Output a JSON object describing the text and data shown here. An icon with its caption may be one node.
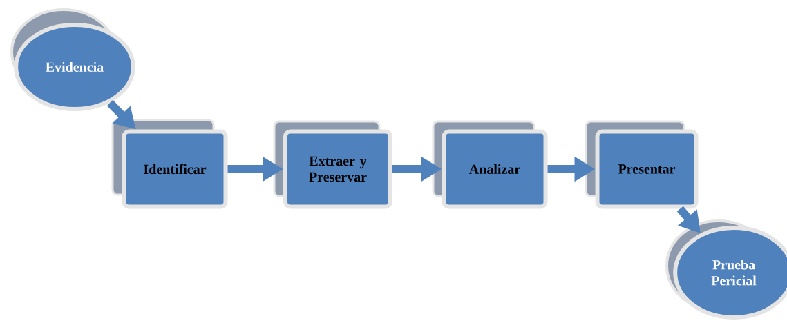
{
  "diagram": {
    "nodes": [
      {
        "text": [
          "Evidencia"
        ]
      },
      {
        "text": [
          "Identificar"
        ]
      },
      {
        "text": [
          "Extraer y Preservar"
        ]
      },
      {
        "text": [
          "Analizar"
        ]
      },
      {
        "text": [
          "Presentar"
        ]
      },
      {
        "text": [
          "Prueba Pericial"
        ]
      }
    ],
    "edges": [
      {
        "from": 0,
        "to": 1,
        "arrow": "to"
      },
      {
        "from": 1,
        "to": 2,
        "arrow": "to"
      },
      {
        "from": 2,
        "to": 3,
        "arrow": "to"
      },
      {
        "from": 3,
        "to": 4,
        "arrow": "to"
      },
      {
        "from": 4,
        "to": 5,
        "arrow": "to"
      }
    ]
  }
}
